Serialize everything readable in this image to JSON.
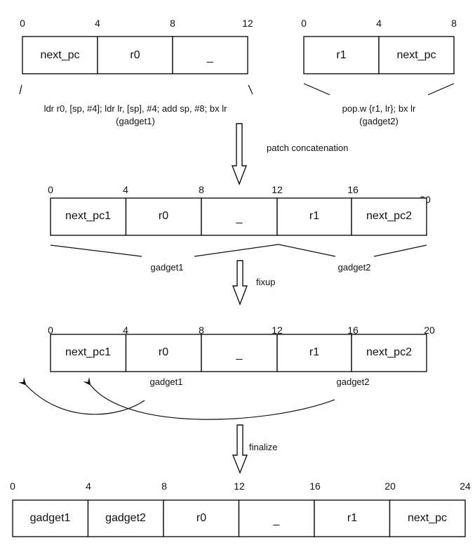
{
  "diagram": {
    "gadget1_patch": {
      "offsets": [
        "0",
        "4",
        "8",
        "12"
      ],
      "cells": [
        "next_pc",
        "r0",
        "_"
      ],
      "instructions": "ldr r0, [sp, #4]; ldr lr, [sp], #4; add sp, #8; bx lr",
      "name": "(gadget1)"
    },
    "gadget2_patch": {
      "offsets": [
        "0",
        "4",
        "8"
      ],
      "cells": [
        "r1",
        "next_pc"
      ],
      "instructions": "pop.w {r1, lr}; bx lr",
      "name": "(gadget2)"
    },
    "steps": {
      "concat": "patch concatenation",
      "fixup": "fixup",
      "finalize": "finalize"
    },
    "concatenated": {
      "offsets": [
        "0",
        "4",
        "8",
        "12",
        "16",
        "20"
      ],
      "cells": [
        "next_pc1",
        "r0",
        "_",
        "r1",
        "next_pc2"
      ],
      "group_labels": [
        "gadget1",
        "gadget2"
      ]
    },
    "fixed": {
      "offsets": [
        "0",
        "4",
        "8",
        "12",
        "16",
        "20"
      ],
      "cells": [
        "next_pc1",
        "r0",
        "_",
        "r1",
        "next_pc2"
      ],
      "arrow_labels": [
        "gadget1",
        "gadget2"
      ]
    },
    "final": {
      "offsets": [
        "0",
        "4",
        "8",
        "12",
        "16",
        "20",
        "24"
      ],
      "cells": [
        "gadget1",
        "gadget2",
        "r0",
        "_",
        "r1",
        "next_pc"
      ]
    }
  }
}
